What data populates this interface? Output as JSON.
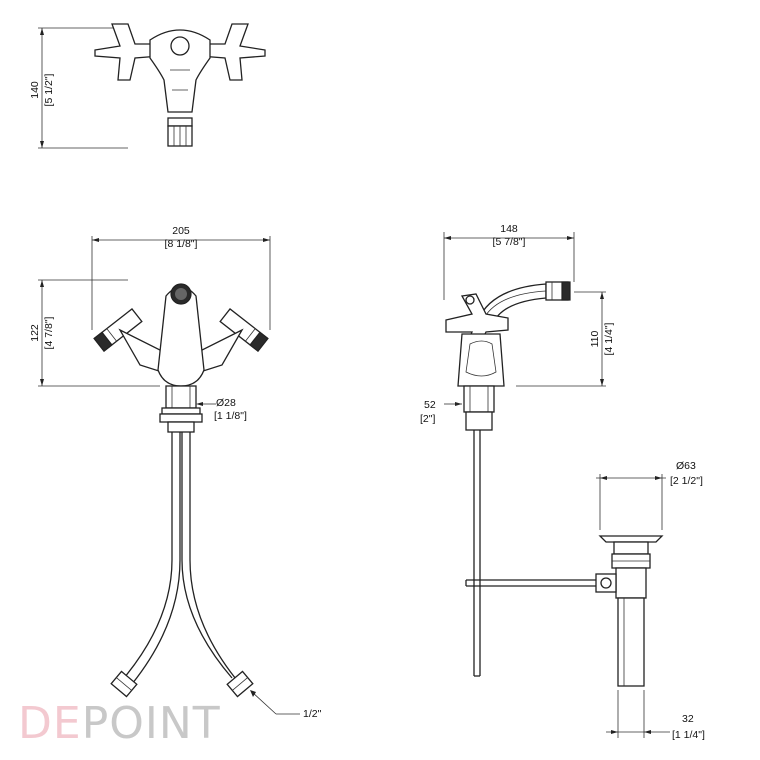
{
  "top_view": {
    "height_mm": "140",
    "height_in": "[5 1/2\"]"
  },
  "front_view": {
    "width_mm": "205",
    "width_in": "[8 1/8\"]",
    "height_mm": "122",
    "height_in": "[4 7/8\"]",
    "base_mm": "Ø28",
    "base_in": "[1 1/8\"]",
    "connection": "1/2\""
  },
  "side_view": {
    "width_mm": "148",
    "width_in": "[5 7/8\"]",
    "height_mm": "110",
    "height_in": "[4 1/4\"]",
    "shank_mm": "52",
    "shank_in": "[2\"]"
  },
  "drain_view": {
    "diameter_mm": "Ø63",
    "diameter_in": "[2 1/2\"]",
    "pipe_mm": "32",
    "pipe_in": "[1 1/4\"]"
  },
  "logo": {
    "part1": "DE",
    "part2": "PO",
    "part3": "INT"
  },
  "colors": {
    "line": "#222222",
    "logo_pink": "#f3c9d0",
    "logo_grey": "#c8c8c8"
  }
}
